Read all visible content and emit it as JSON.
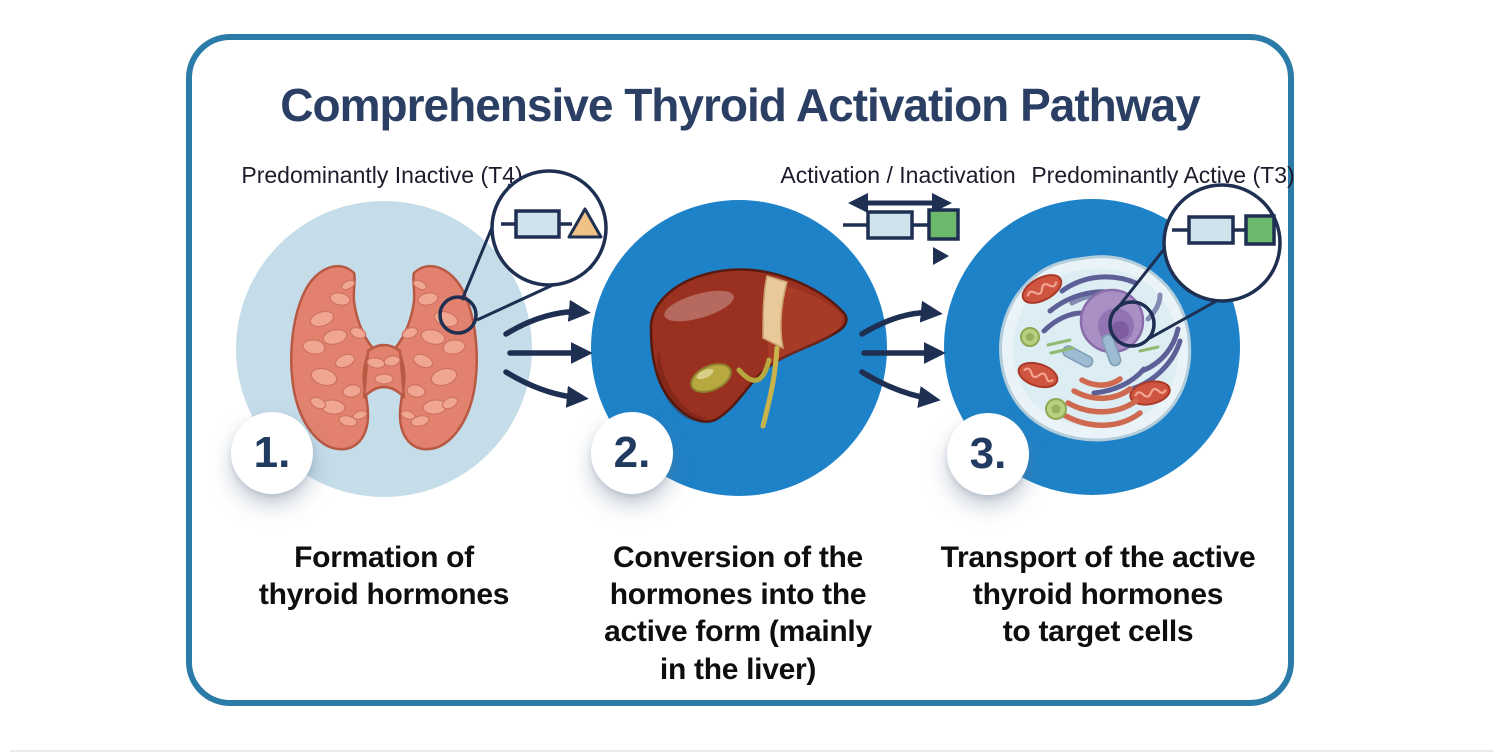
{
  "title": "Comprehensive Thyroid Activation Pathway",
  "top_labels": {
    "inactive_t4": "Predominantly Inactive (T4)",
    "activation_inactivation": "Activation / Inactivation",
    "active_t3": "Predominantly Active (T3)"
  },
  "steps": [
    {
      "number": "1.",
      "caption": "Formation of\nthyroid hormones",
      "organ": "thyroid-gland"
    },
    {
      "number": "2.",
      "caption": "Conversion of the\nhormones into the\nactive form (mainly\nin the liver)",
      "organ": "liver"
    },
    {
      "number": "3.",
      "caption": "Transport of the active\nthyroid hormones\nto target cells",
      "organ": "target-cell"
    }
  ],
  "icons": {
    "t4_molecule": "rectangle-with-tan-triangle",
    "t3_molecule": "rectangle-with-green-square",
    "interconversion": "double-headed-arrow",
    "flow": "triple-curved-arrows",
    "zoom_callout": "magnifier-circle-with-tangent-lines"
  },
  "colors": {
    "card_border": "#2b7ba8",
    "title_text": "#2a3f63",
    "label_text": "#1c1c2c",
    "caption_text": "#0e0e0e",
    "step1_circle": "#c5dde9",
    "step2_circle": "#1e82c8",
    "step3_circle": "#1e82c8",
    "diagram_stroke": "#1e2f52",
    "molecule_blue": "#cfe3ed",
    "molecule_green": "#6db96b",
    "molecule_tan": "#f0c285",
    "badge_text": "#203a60"
  }
}
